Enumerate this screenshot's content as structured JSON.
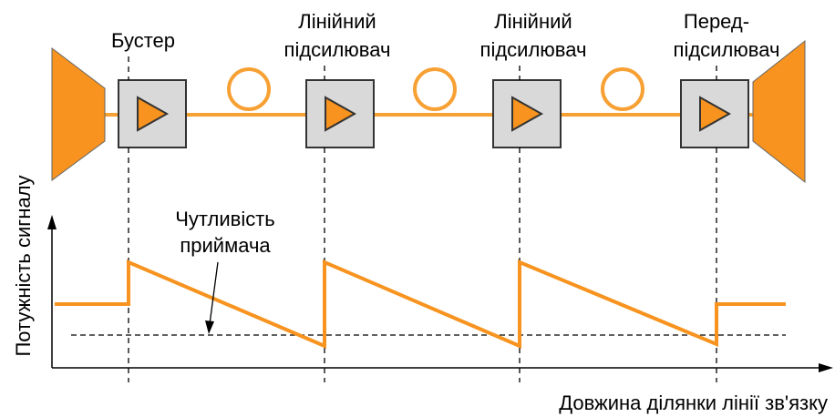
{
  "labels": {
    "booster": "Бустер",
    "line_amp_1": [
      "Лінійний",
      "підсилювач"
    ],
    "line_amp_2": [
      "Лінійний",
      "підсилювач"
    ],
    "preamp": [
      "Перед-",
      "підсилювач"
    ],
    "sensitivity": [
      "Чутливість",
      "приймача"
    ],
    "y_axis": "Потужність сигналу",
    "x_axis": "Довжина ділянки лінії зв'язку"
  },
  "colors": {
    "orange": "#F7931E",
    "fiber": "#F7A034",
    "amp_box": "#D9D9D9",
    "axis": "#000000"
  },
  "icons": [
    "transmitter-icon",
    "amplifier-icon",
    "fiber-loop-icon",
    "receiver-icon"
  ]
}
